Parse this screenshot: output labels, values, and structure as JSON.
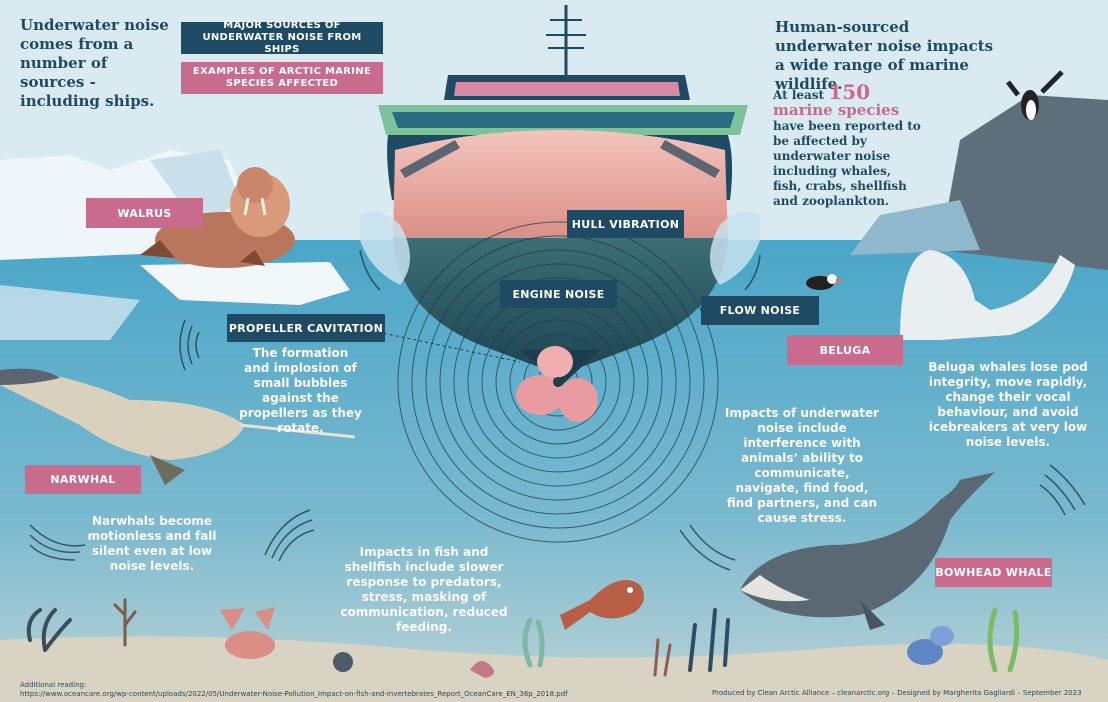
{
  "intro_text": "Underwater noise comes from a number of sources - including ships.",
  "legend": {
    "sources_label": "MAJOR SOURCES OF UNDERWATER NOISE FROM SHIPS",
    "species_label": "EXAMPLES OF ARCTIC MARINE SPECIES AFFECTED"
  },
  "impact_heading": "Human-sourced underwater noise impacts a wide range of marine wildlife.",
  "species_stat": {
    "prefix": "At least",
    "number": "150",
    "highlight": "marine species",
    "rest": "have been reported to be affected by underwater noise including whales, fish, crabs, shellfish and zooplankton."
  },
  "noise_sources": {
    "hull": "HULL VIBRATION",
    "engine": "ENGINE NOISE",
    "flow": "FLOW NOISE",
    "propeller": "PROPELLER CAVITATION"
  },
  "propeller_desc": "The formation and implosion of small bubbles against the propellers as they rotate.",
  "species": {
    "walrus": "WALRUS",
    "narwhal": "NARWHAL",
    "beluga": "BELUGA",
    "bowhead": "BOWHEAD WHALE"
  },
  "narwhal_desc": "Narwhals become motionless and fall silent even at low noise levels.",
  "beluga_desc": "Beluga whales lose pod integrity, move rapidly, change their vocal behaviour, and avoid icebreakers at very low noise levels.",
  "impacts_desc": "Impacts of underwater noise include interference with animals’ ability to communicate, navigate, find food, find partners, and can cause stress.",
  "fish_desc": "Impacts in fish and shellfish include slower response to predators, stress, masking of communication, reduced feeding.",
  "footer": {
    "reading_label": "Additional reading:",
    "reading_url": "https://www.oceancare.org/wp-content/uploads/2022/05/Underwater-Noise-Pollution_Impact-on-fish-and-invertebrates_Report_OceanCare_EN_36p_2018.pdf",
    "credit": "Produced by Clean Arctic Alliance – cleanarctic.org – Designed by Margherita Gagliardi – September 2023"
  },
  "colors": {
    "sky": "#d9eaf1",
    "water": "#5aa9c9",
    "navy": "#1e4b63",
    "pink": "#c86b8c",
    "seabed": "#d8d3c2"
  }
}
